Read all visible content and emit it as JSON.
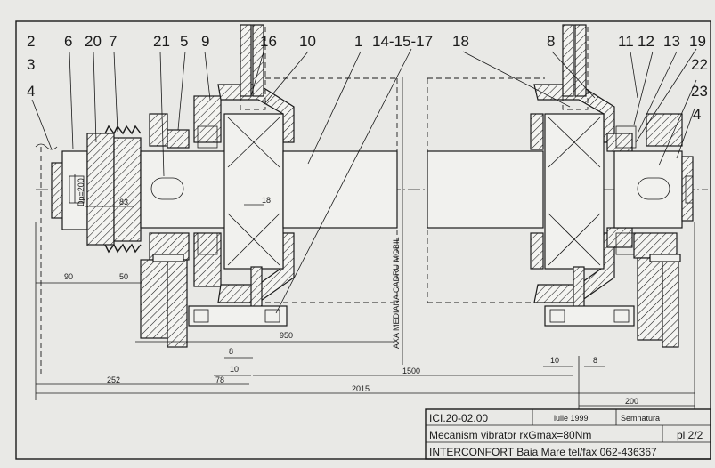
{
  "drawing": {
    "part_labels_top": [
      "2",
      "6",
      "20",
      "7",
      "21",
      "5",
      "9",
      "16",
      "10",
      "1",
      "14-15-17",
      "18",
      "8",
      "11",
      "12",
      "13",
      "19"
    ],
    "part_labels_left": [
      "3",
      "4"
    ],
    "part_labels_right": [
      "22",
      "23",
      "4"
    ],
    "dp_label": "Dp=200",
    "axis_label": "AXA MEDIANA CADRU MOBIL",
    "dimensions": {
      "d83": "83",
      "d18": "18",
      "d90": "90",
      "d50": "50",
      "d950": "950",
      "d8_left": "8",
      "d10_left": "10",
      "d78": "78",
      "d252": "252",
      "d1500": "1500",
      "d10_right": "10",
      "d8_right": "8",
      "d2015": "2015",
      "d200": "200"
    }
  },
  "title_block": {
    "code": "ICI.20-02.00",
    "date": "iulie 1999",
    "signature_label": "Semnatura",
    "description": "Mecanism  vibrator  rxGmax=80Nm",
    "sheet": "pl  2/2",
    "company": "INTERCONFORT  Baia  Mare  tel/fax  062-436367"
  }
}
